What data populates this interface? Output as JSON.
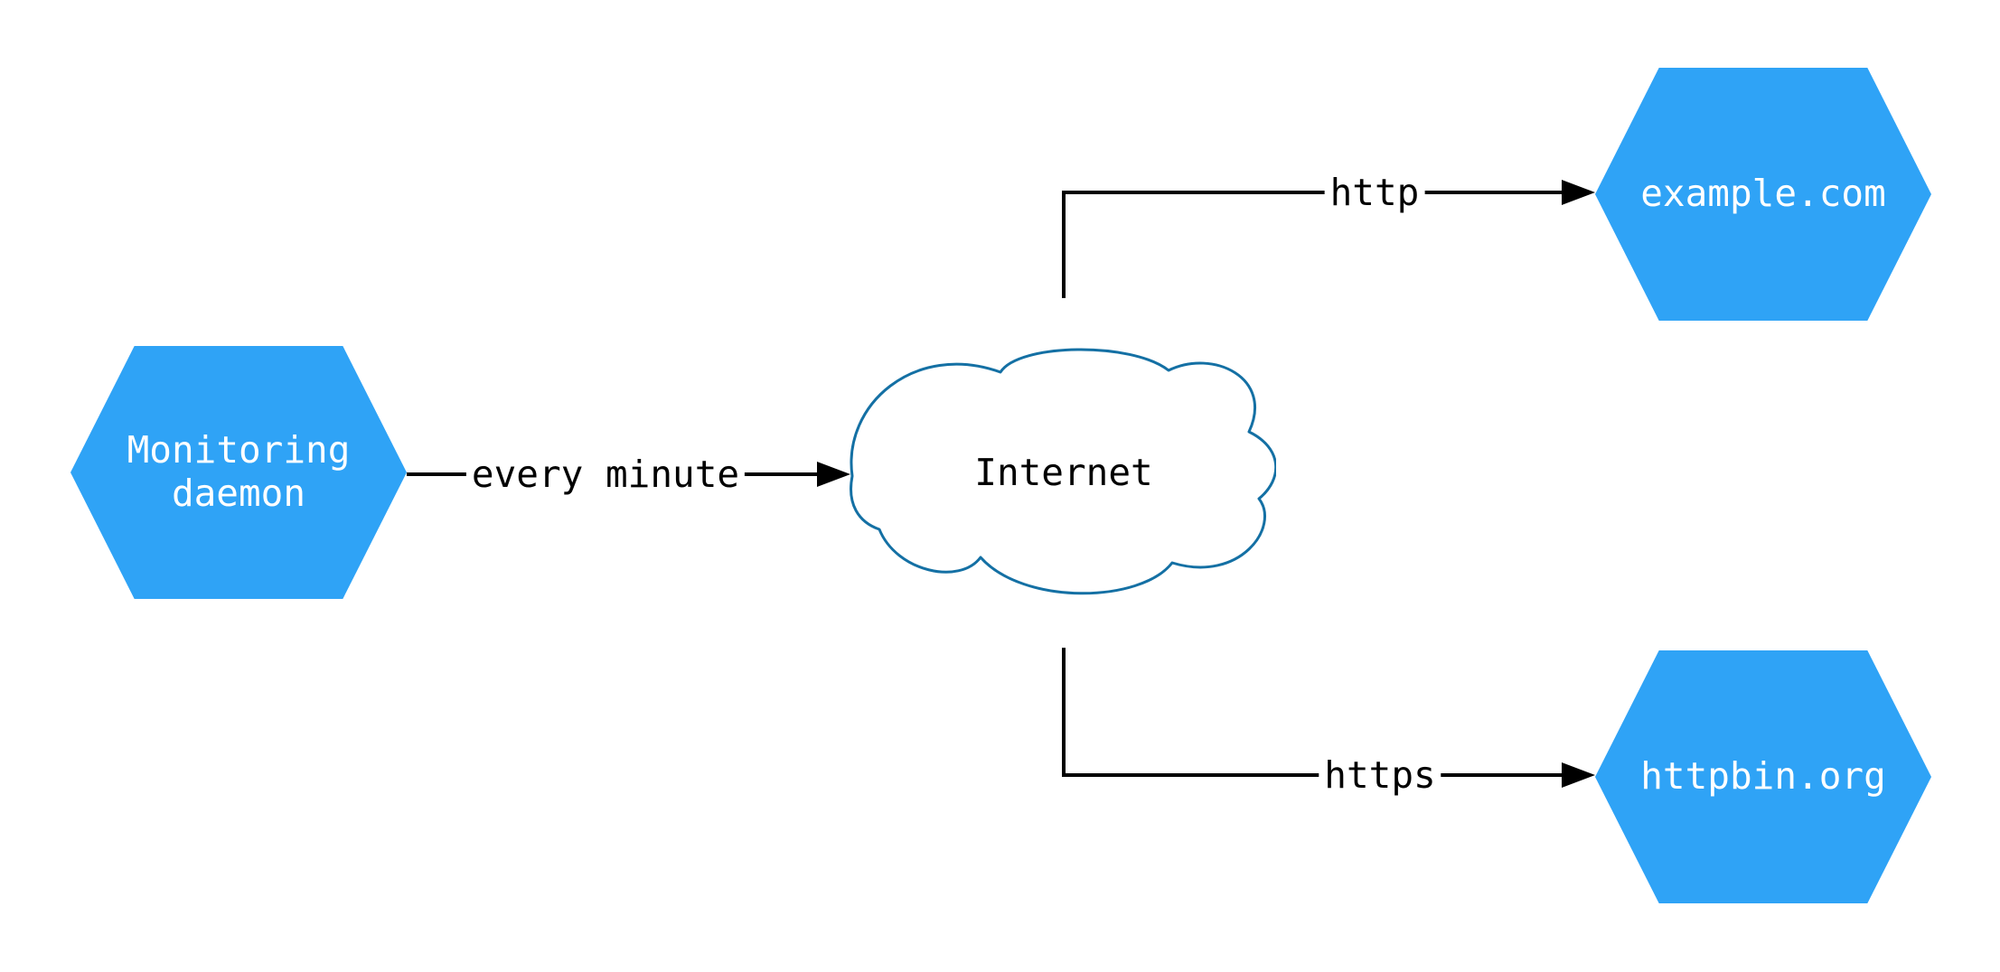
{
  "diagram": {
    "nodes": {
      "monitoring": {
        "label": "Monitoring daemon",
        "shape": "hexagon"
      },
      "internet": {
        "label": "Internet",
        "shape": "cloud"
      },
      "example": {
        "label": "example.com",
        "shape": "hexagon"
      },
      "httpbin": {
        "label": "httpbin.org",
        "shape": "hexagon"
      }
    },
    "edges": {
      "every_minute": {
        "label": "every minute",
        "from": "Monitoring daemon",
        "to": "Internet"
      },
      "http": {
        "label": "http",
        "from": "Internet",
        "to": "example.com"
      },
      "https": {
        "label": "https",
        "from": "Internet",
        "to": "httpbin.org"
      }
    },
    "colors": {
      "hexagon_fill": "#2FA3F6",
      "hexagon_text": "#FFFFFF",
      "cloud_stroke": "#1470A4",
      "cloud_fill": "#FFFFFF",
      "edge": "#000000",
      "label_text": "#000000",
      "background": "#FFFFFF"
    }
  }
}
